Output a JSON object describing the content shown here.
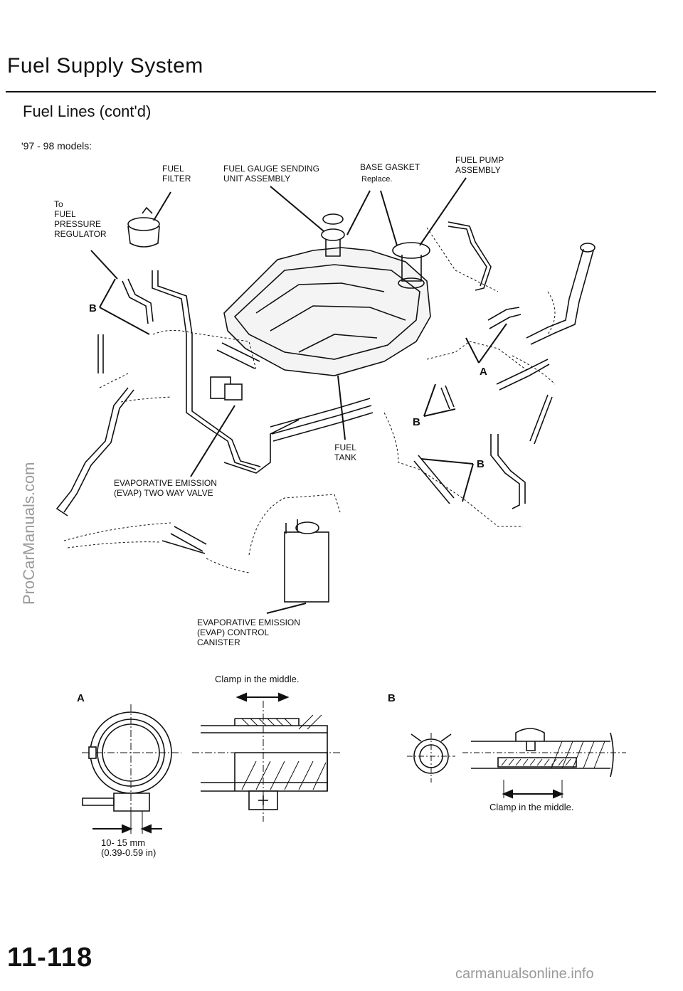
{
  "header": {
    "title": "Fuel Supply System",
    "subtitle": "Fuel Lines (cont'd)",
    "models": "'97 - 98 models:"
  },
  "labels": {
    "fuel_filter": "FUEL\nFILTER",
    "sending_unit": "FUEL GAUGE SENDING\nUNIT ASSEMBLY",
    "base_gasket": "BASE GASKET",
    "base_gasket_note": "Replace.",
    "fuel_pump": "FUEL PUMP\nASSEMBLY",
    "to_regulator": "To\nFUEL\nPRESSURE\nREGULATOR",
    "fuel_tank": "FUEL\nTANK",
    "evap_valve": "EVAPORATIVE EMISSION\n(EVAP) TWO WAY VALVE",
    "evap_canister": "EVAPORATIVE EMISSION\n(EVAP) CONTROL\nCANISTER"
  },
  "callouts": {
    "a": "A",
    "b": "B"
  },
  "details": {
    "a_letter": "A",
    "b_letter": "B",
    "clamp_a": "Clamp in the middle.",
    "clamp_b": "Clamp in the middle.",
    "dimension": "10- 15 mm\n(0.39-0.59 in)"
  },
  "footer": {
    "page_number": "11-118",
    "watermark_side": "ProCarManuals.com",
    "watermark_bottom": "carmanualsonline.info"
  }
}
